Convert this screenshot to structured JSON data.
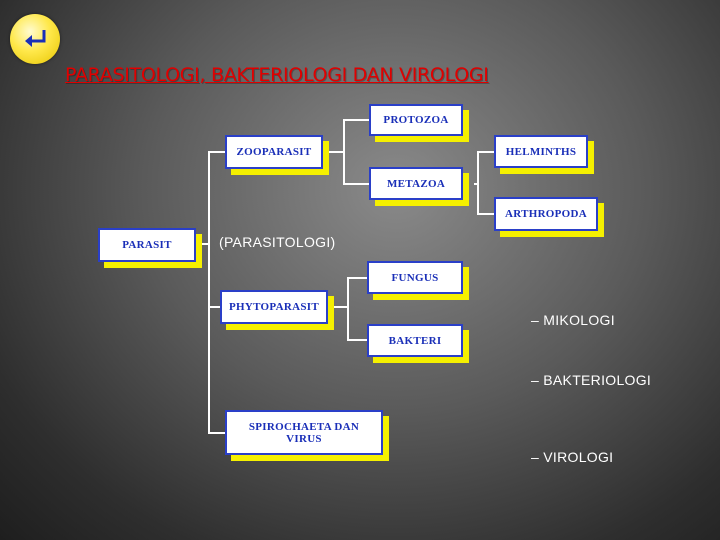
{
  "nav": {
    "back_icon": "return-arrow-icon"
  },
  "title": "PARASITOLOGI, BAKTERIOLOGI DAN VIROLOGI",
  "boxes": {
    "parasit": "PARASIT",
    "zooparasit": "ZOOPARASIT",
    "protozoa": "PROTOZOA",
    "metazoa": "METAZOA",
    "helminths": "HELMINTHS",
    "arthropoda": "ARTHROPODA",
    "phytoparasit": "PHYTOPARASIT",
    "fungus": "FUNGUS",
    "bakteri": "BAKTERI",
    "spirochaeta": "SPIROCHAETA DAN VIRUS"
  },
  "notes": {
    "parasitologi": "(PARASITOLOGI)",
    "mikologi": "– MIKOLOGI",
    "bakteriologi": "– BAKTERIOLOGI",
    "virologi": "– VIROLOGI"
  },
  "colors": {
    "title": "#e00000",
    "box_border": "#2a3fc8",
    "box_shadow": "#f5f000",
    "box_text": "#1a2fb8"
  }
}
